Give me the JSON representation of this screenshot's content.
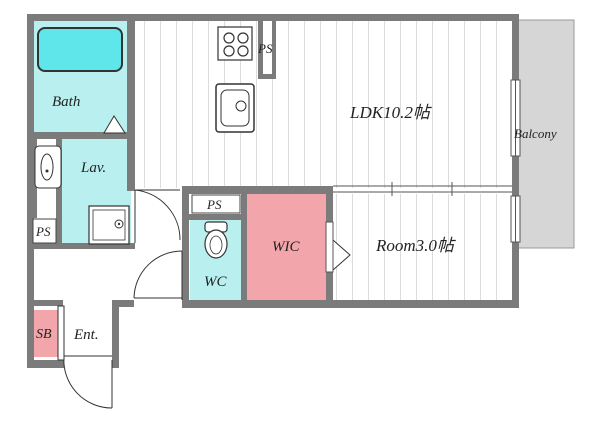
{
  "rooms": {
    "bath": "Bath",
    "lavatory": "Lav.",
    "ldk": "LDK10.2帖",
    "balcony": "Balcony",
    "wic": "WIC",
    "room": "Room3.0帖",
    "wc": "WC",
    "entrance": "Ent.",
    "shoe_box": "SB"
  },
  "pipe_spaces": {
    "kitchen": "PS",
    "wc": "PS",
    "lavatory": "PS"
  },
  "colors": {
    "wet_area": "#b9f0ef",
    "storage": "#f2a6ab",
    "wall": "#7b7b7b",
    "balcony": "#d6d6d6",
    "floor_lines": "#dcdcdc"
  }
}
